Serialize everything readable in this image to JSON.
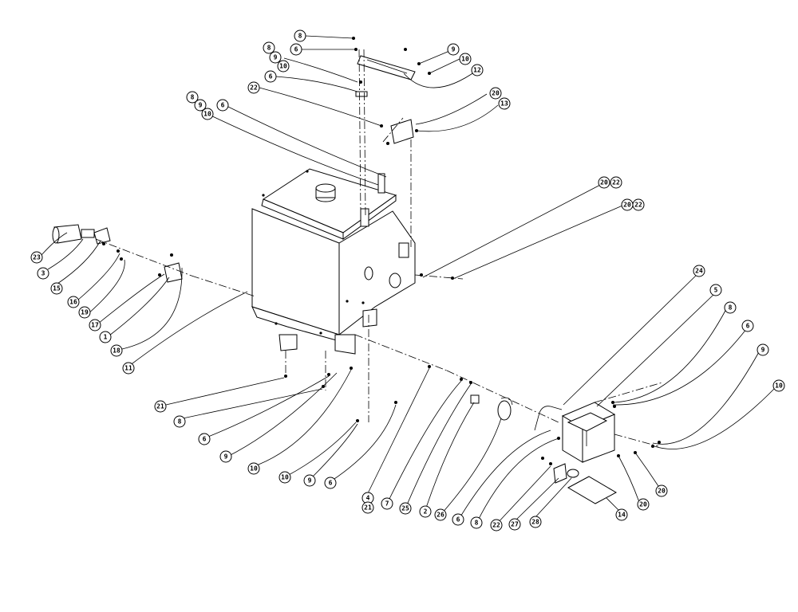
{
  "callouts": {
    "c1": "8",
    "c2": "6",
    "c3": "8",
    "c4": "9",
    "c5": "10",
    "c6": "6",
    "c7": "22",
    "c8": "9",
    "c9": "10",
    "c10": "12",
    "c11": "8",
    "c12": "9",
    "c13": "10",
    "c14": "6",
    "c15": "20",
    "c16": "13",
    "c17": "20",
    "c18": "22",
    "c19": "20",
    "c20": "22",
    "c21": "23",
    "c22": "3",
    "c23": "15",
    "c24": "16",
    "c25": "19",
    "c26": "17",
    "c27": "1",
    "c28": "18",
    "c29": "11",
    "c30": "21",
    "c31": "8",
    "c32": "6",
    "c33": "9",
    "c34": "10",
    "c35": "10",
    "c36": "9",
    "c37": "6",
    "c38": "4",
    "c39": "21",
    "c40": "7",
    "c41": "25",
    "c42": "2",
    "c43": "26",
    "c44": "6",
    "c45": "8",
    "c46": "22",
    "c47": "27",
    "c48": "28",
    "c49": "14",
    "c50": "20",
    "c51": "20",
    "c52": "10",
    "c53": "9",
    "c54": "6",
    "c55": "8",
    "c56": "5",
    "c57": "24"
  }
}
